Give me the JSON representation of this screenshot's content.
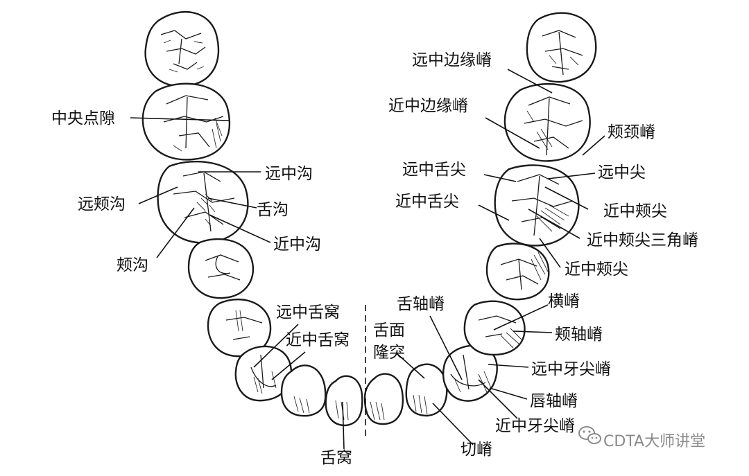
{
  "labels": {
    "central_pit": "中央点隙",
    "distal_groove": "远中沟",
    "distobuccal_groove": "远颊沟",
    "lingual_groove": "舌沟",
    "mesial_groove": "近中沟",
    "buccal_groove": "颊沟",
    "distal_lingual_fossa": "远中舌窝",
    "mesial_lingual_fossa": "近中舌窝",
    "lingual_fossa": "舌窝",
    "lingual_tubercle_1": "舌面",
    "lingual_tubercle_2": "隆突",
    "lingual_axial_ridge": "舌轴嵴",
    "incisal_ridge": "切嵴",
    "mesial_cusp_ridge": "近中牙尖嵴",
    "labial_axial_ridge": "唇轴嵴",
    "distal_cusp_ridge": "远中牙尖嵴",
    "buccal_axial_ridge": "颊轴嵴",
    "transverse_ridge": "横嵴",
    "mesiobuccal_cusp_lower": "近中颊尖",
    "mesiobuccal_triangular_ridge": "近中颊尖三角嵴",
    "mesiobuccal_cusp": "近中颊尖",
    "distal_cusp": "远中尖",
    "distolingual_cusp": "远中舌尖",
    "mesiolingual_cusp": "近中舌尖",
    "buccal_cervical_ridge": "颊颈嵴",
    "mesial_marginal_ridge": "近中边缘嵴",
    "distal_marginal_ridge": "远中边缘嵴"
  },
  "watermark": "CDTA大师讲堂",
  "icons": {
    "watermark_logo": "wechat-logo-icon"
  }
}
